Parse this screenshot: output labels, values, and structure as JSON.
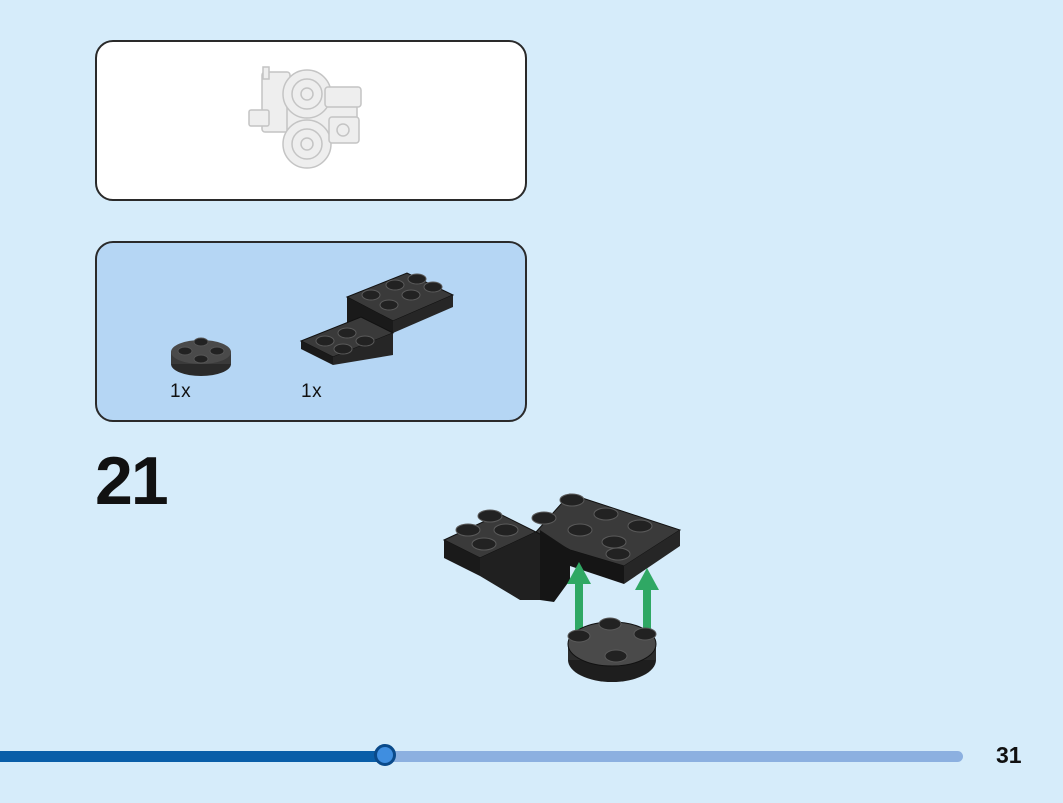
{
  "step": {
    "number": "21"
  },
  "page": {
    "number": "31"
  },
  "parts": [
    {
      "name": "round-plate-2x2",
      "quantity": "1x",
      "color": "#3a3a3a"
    },
    {
      "name": "bracket-plate",
      "quantity": "1x",
      "color": "#1e1e1e"
    }
  ],
  "progress": {
    "fraction": 0.4
  },
  "colors": {
    "background": "#d6ecfa",
    "parts_panel": "#b5d6f4",
    "arrow": "#2fa864",
    "progress_fill": "#0a5ea8",
    "progress_track": "#8cb0e0"
  }
}
